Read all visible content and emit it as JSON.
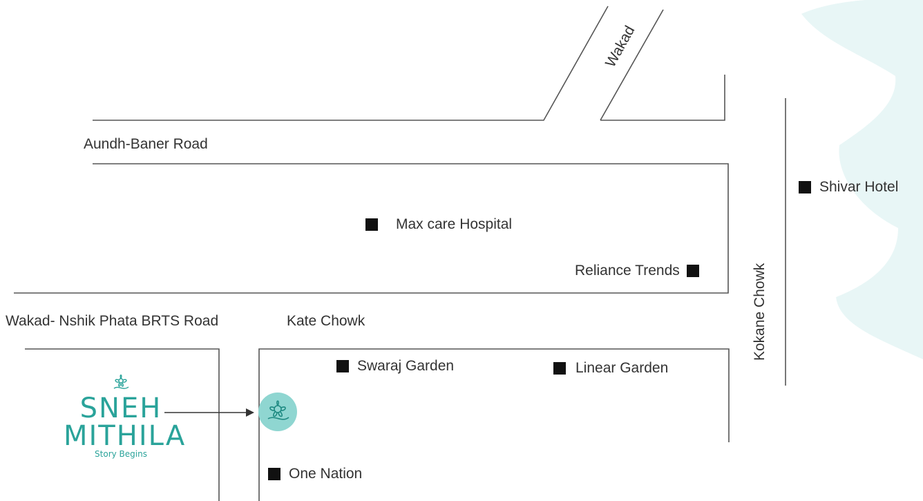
{
  "roads": {
    "aundh_baner": "Aundh-Baner Road",
    "wakad": "Wakad",
    "wakad_nashik": "Wakad- Nshik Phata BRTS Road",
    "kate_chowk": "Kate Chowk",
    "kokane_chowk": "Kokane Chowk"
  },
  "landmarks": {
    "max_care": "Max care Hospital",
    "reliance": "Reliance Trends",
    "shivar": "Shivar Hotel",
    "swaraj": "Swaraj Garden",
    "linear": "Linear Garden",
    "one_nation": "One Nation"
  },
  "logo": {
    "line1": "SNEH",
    "line2": "MITHILA",
    "tagline": "Story Begins"
  },
  "colors": {
    "road": "#555555",
    "brand": "#2aa39a",
    "pin": "#8fd6d1",
    "watermark": "#e8f6f6"
  },
  "icons": {
    "landmark": "square-marker-icon",
    "location": "flower-pin-icon",
    "arrow": "arrow-right-icon"
  }
}
